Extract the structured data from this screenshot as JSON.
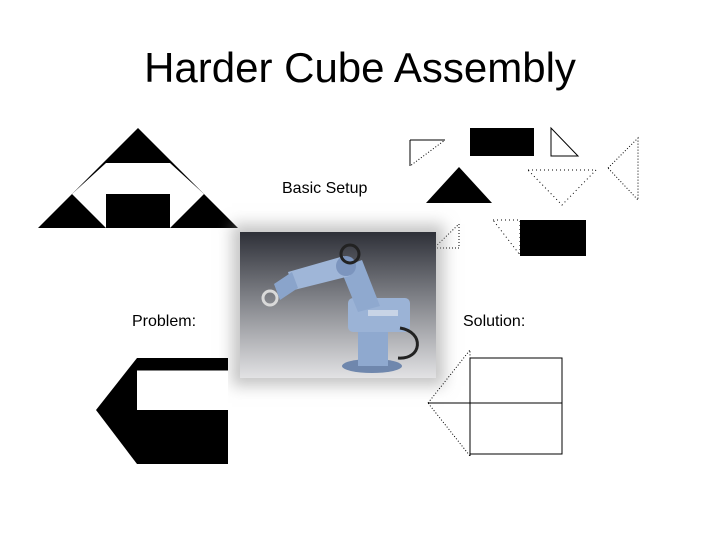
{
  "slide": {
    "title": "Harder Cube Assembly",
    "basic_setup_label": "Basic Setup",
    "problem_label": "Problem:",
    "solution_label": "Solution:"
  },
  "colors": {
    "background": "#ffffff",
    "ink": "#000000",
    "robot_arm": "#8fa9cf",
    "photo_backdrop": "#3a3c44"
  },
  "images": {
    "robot_photo": "robot-arm-photo"
  }
}
